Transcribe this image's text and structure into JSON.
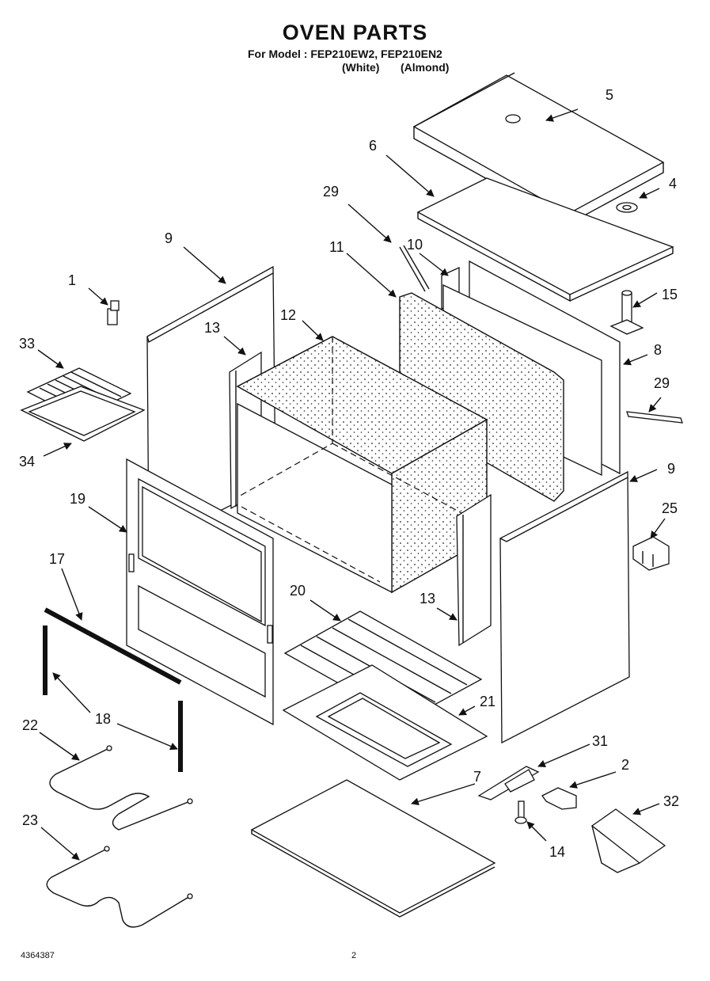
{
  "header": {
    "title": "OVEN PARTS",
    "model_line": "For Model : FEP210EW2, FEP210EN2",
    "color_white": "(White)",
    "color_almond": "(Almond)"
  },
  "footer": {
    "doc_number": "4364387",
    "page_number": "2"
  },
  "callouts": [
    {
      "id": "c1",
      "label": "1"
    },
    {
      "id": "c2",
      "label": "2"
    },
    {
      "id": "c4",
      "label": "4"
    },
    {
      "id": "c5",
      "label": "5"
    },
    {
      "id": "c6",
      "label": "6"
    },
    {
      "id": "c7",
      "label": "7"
    },
    {
      "id": "c8",
      "label": "8"
    },
    {
      "id": "c9a",
      "label": "9"
    },
    {
      "id": "c9b",
      "label": "9"
    },
    {
      "id": "c10",
      "label": "10"
    },
    {
      "id": "c11",
      "label": "11"
    },
    {
      "id": "c12",
      "label": "12"
    },
    {
      "id": "c13a",
      "label": "13"
    },
    {
      "id": "c13b",
      "label": "13"
    },
    {
      "id": "c14",
      "label": "14"
    },
    {
      "id": "c15",
      "label": "15"
    },
    {
      "id": "c17",
      "label": "17"
    },
    {
      "id": "c18",
      "label": "18"
    },
    {
      "id": "c19",
      "label": "19"
    },
    {
      "id": "c20",
      "label": "20"
    },
    {
      "id": "c21",
      "label": "21"
    },
    {
      "id": "c22",
      "label": "22"
    },
    {
      "id": "c23",
      "label": "23"
    },
    {
      "id": "c25",
      "label": "25"
    },
    {
      "id": "c29a",
      "label": "29"
    },
    {
      "id": "c29b",
      "label": "29"
    },
    {
      "id": "c31",
      "label": "31"
    },
    {
      "id": "c32",
      "label": "32"
    },
    {
      "id": "c33",
      "label": "33"
    },
    {
      "id": "c34",
      "label": "34"
    }
  ]
}
